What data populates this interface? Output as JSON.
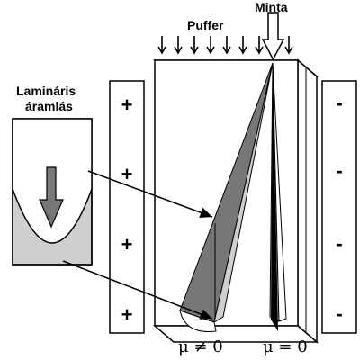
{
  "labels": {
    "puffer": "Puffer",
    "minta": "Minta",
    "laminar_line1": "Lamináris",
    "laminar_line2": "áramlás",
    "mu_nonzero": "μ ≠ 0",
    "mu_zero": "μ = 0"
  },
  "electrodes": {
    "anode_signs": [
      "+",
      "+",
      "+",
      "+"
    ],
    "cathode_signs": [
      "-",
      "-",
      "-",
      "-"
    ]
  },
  "colors": {
    "dark_fan": "#777777",
    "light_fan": "#cfcfcf",
    "parabola_fill": "#cfcfcf",
    "outline": "#000000"
  }
}
